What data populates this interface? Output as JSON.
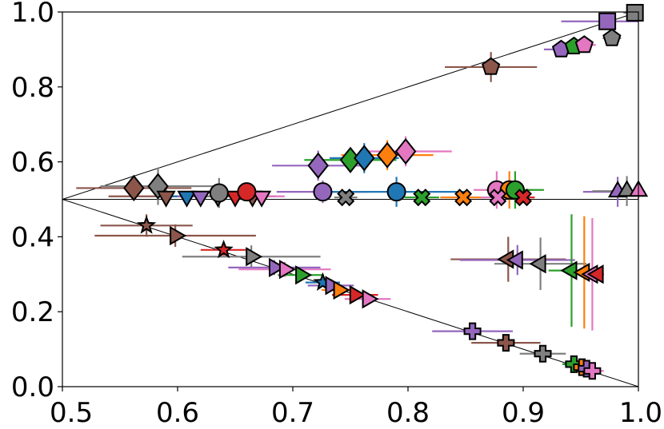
{
  "colors": {
    "blue": "#1f77b4",
    "orange": "#ff7f0e",
    "green": "#2ca02c",
    "red": "#d62728",
    "purple": "#9467bd",
    "brown": "#8c564b",
    "pink": "#e377c2",
    "gray": "#7f7f7f"
  },
  "chart_data": {
    "type": "scatter",
    "title": "",
    "xlabel": "",
    "ylabel": "",
    "xlim": [
      0.5,
      1.0
    ],
    "ylim": [
      0.0,
      1.0
    ],
    "xticks": [
      0.5,
      0.6,
      0.7,
      0.8,
      0.9,
      1.0
    ],
    "xtick_labels": [
      "0.5",
      "0.6",
      "0.7",
      "0.8",
      "0.9",
      "1.0"
    ],
    "yticks": [
      0.0,
      0.2,
      0.4,
      0.6,
      0.8,
      1.0
    ],
    "ytick_labels": [
      "0.0",
      "0.2",
      "0.4",
      "0.6",
      "0.8",
      "1.0"
    ],
    "grid": false,
    "reference_lines": [
      {
        "x": [
          0.5,
          1.0
        ],
        "y": [
          0.5,
          1.0
        ]
      },
      {
        "x": [
          0.5,
          1.0
        ],
        "y": [
          0.5,
          0.5
        ]
      },
      {
        "x": [
          0.5,
          1.0
        ],
        "y": [
          0.5,
          0.0
        ]
      }
    ],
    "points": [
      {
        "marker": "square",
        "color": "purple",
        "x": 0.973,
        "y": 0.975,
        "xerr": 0.04,
        "yerr": 0.015
      },
      {
        "marker": "square",
        "color": "gray",
        "x": 0.997,
        "y": 0.998,
        "xerr": 0.01,
        "yerr": 0.01
      },
      {
        "marker": "pentagon",
        "color": "gray",
        "x": 0.977,
        "y": 0.93,
        "xerr": 0.008,
        "yerr": 0.02
      },
      {
        "marker": "pentagon",
        "color": "purple",
        "x": 0.933,
        "y": 0.9,
        "xerr": 0.015,
        "yerr": 0.015
      },
      {
        "marker": "pentagon",
        "color": "green",
        "x": 0.944,
        "y": 0.908,
        "xerr": 0.01,
        "yerr": 0.01
      },
      {
        "marker": "pentagon",
        "color": "pink",
        "x": 0.953,
        "y": 0.912,
        "xerr": 0.01,
        "yerr": 0.01
      },
      {
        "marker": "pentagon",
        "color": "brown",
        "x": 0.872,
        "y": 0.853,
        "xerr": 0.04,
        "yerr": 0.04
      },
      {
        "marker": "diamond",
        "color": "brown",
        "x": 0.562,
        "y": 0.53,
        "xerr": 0.05,
        "yerr": 0.03
      },
      {
        "marker": "diamond",
        "color": "gray",
        "x": 0.583,
        "y": 0.535,
        "xerr": 0.05,
        "yerr": 0.05
      },
      {
        "marker": "diamond",
        "color": "purple",
        "x": 0.722,
        "y": 0.59,
        "xerr": 0.04,
        "yerr": 0.04
      },
      {
        "marker": "diamond",
        "color": "green",
        "x": 0.75,
        "y": 0.605,
        "xerr": 0.04,
        "yerr": 0.03
      },
      {
        "marker": "diamond",
        "color": "blue",
        "x": 0.762,
        "y": 0.61,
        "xerr": 0.03,
        "yerr": 0.04
      },
      {
        "marker": "diamond",
        "color": "orange",
        "x": 0.782,
        "y": 0.618,
        "xerr": 0.04,
        "yerr": 0.04
      },
      {
        "marker": "diamond",
        "color": "pink",
        "x": 0.798,
        "y": 0.628,
        "xerr": 0.04,
        "yerr": 0.04
      },
      {
        "marker": "triangle-down",
        "color": "brown",
        "x": 0.59,
        "y": 0.508,
        "xerr": 0.05,
        "yerr": 0.02
      },
      {
        "marker": "triangle-down",
        "color": "blue",
        "x": 0.608,
        "y": 0.508,
        "xerr": 0.02,
        "yerr": 0.01
      },
      {
        "marker": "triangle-down",
        "color": "purple",
        "x": 0.62,
        "y": 0.508,
        "xerr": 0.02,
        "yerr": 0.01
      },
      {
        "marker": "triangle-down",
        "color": "gray",
        "x": 0.635,
        "y": 0.508,
        "xerr": 0.02,
        "yerr": 0.01
      },
      {
        "marker": "triangle-down",
        "color": "red",
        "x": 0.65,
        "y": 0.508,
        "xerr": 0.02,
        "yerr": 0.01
      },
      {
        "marker": "triangle-down",
        "color": "brown",
        "x": 0.665,
        "y": 0.508,
        "xerr": 0.02,
        "yerr": 0.015
      },
      {
        "marker": "triangle-down",
        "color": "pink",
        "x": 0.673,
        "y": 0.508,
        "xerr": 0.02,
        "yerr": 0.015
      },
      {
        "marker": "circle",
        "color": "gray",
        "x": 0.636,
        "y": 0.517,
        "xerr": 0.03,
        "yerr": 0.04
      },
      {
        "marker": "circle",
        "color": "red",
        "x": 0.66,
        "y": 0.52,
        "xerr": 0.02,
        "yerr": 0.02
      },
      {
        "marker": "circle",
        "color": "purple",
        "x": 0.726,
        "y": 0.52,
        "xerr": 0.04,
        "yerr": 0.03
      },
      {
        "marker": "x",
        "color": "gray",
        "x": 0.746,
        "y": 0.505,
        "xerr": 0.01,
        "yerr": 0.01
      },
      {
        "marker": "circle",
        "color": "blue",
        "x": 0.79,
        "y": 0.52,
        "xerr": 0.06,
        "yerr": 0.04
      },
      {
        "marker": "x",
        "color": "green",
        "x": 0.812,
        "y": 0.505,
        "xerr": 0.015,
        "yerr": 0.01
      },
      {
        "marker": "x",
        "color": "orange",
        "x": 0.848,
        "y": 0.505,
        "xerr": 0.02,
        "yerr": 0.01
      },
      {
        "marker": "circle",
        "color": "pink",
        "x": 0.877,
        "y": 0.525,
        "xerr": 0.02,
        "yerr": 0.05
      },
      {
        "marker": "circle",
        "color": "orange",
        "x": 0.888,
        "y": 0.525,
        "xerr": 0.02,
        "yerr": 0.05
      },
      {
        "marker": "circle",
        "color": "green",
        "x": 0.893,
        "y": 0.525,
        "xerr": 0.025,
        "yerr": 0.05
      },
      {
        "marker": "x",
        "color": "pink",
        "x": 0.878,
        "y": 0.505,
        "xerr": 0.015,
        "yerr": 0.015
      },
      {
        "marker": "x",
        "color": "red",
        "x": 0.9,
        "y": 0.505,
        "xerr": 0.01,
        "yerr": 0.015
      },
      {
        "marker": "triangle-up",
        "color": "purple",
        "x": 0.982,
        "y": 0.52,
        "xerr": 0.03,
        "yerr": 0.04
      },
      {
        "marker": "triangle-up",
        "color": "gray",
        "x": 0.99,
        "y": 0.522,
        "xerr": 0.03,
        "yerr": 0.04
      },
      {
        "marker": "triangle-up",
        "color": "pink",
        "x": 1.0,
        "y": 0.522,
        "xerr": 0.01,
        "yerr": 0.02
      },
      {
        "marker": "star",
        "color": "brown",
        "x": 0.573,
        "y": 0.43,
        "xerr": 0.04,
        "yerr": 0.03
      },
      {
        "marker": "triangle-right",
        "color": "brown",
        "x": 0.598,
        "y": 0.403,
        "xerr": 0.07,
        "yerr": 0.03
      },
      {
        "marker": "star",
        "color": "red",
        "x": 0.64,
        "y": 0.365,
        "xerr": 0.02,
        "yerr": 0.015
      },
      {
        "marker": "triangle-right",
        "color": "gray",
        "x": 0.664,
        "y": 0.347,
        "xerr": 0.06,
        "yerr": 0.03
      },
      {
        "marker": "triangle-right",
        "color": "purple",
        "x": 0.684,
        "y": 0.318,
        "xerr": 0.04,
        "yerr": 0.02
      },
      {
        "marker": "triangle-right",
        "color": "pink",
        "x": 0.693,
        "y": 0.313,
        "xerr": 0.04,
        "yerr": 0.02
      },
      {
        "marker": "triangle-right",
        "color": "green",
        "x": 0.707,
        "y": 0.298,
        "xerr": 0.02,
        "yerr": 0.01
      },
      {
        "marker": "star",
        "color": "blue",
        "x": 0.726,
        "y": 0.278,
        "xerr": 0.015,
        "yerr": 0.01
      },
      {
        "marker": "triangle-right",
        "color": "purple",
        "x": 0.733,
        "y": 0.27,
        "xerr": 0.02,
        "yerr": 0.01
      },
      {
        "marker": "triangle-right",
        "color": "orange",
        "x": 0.74,
        "y": 0.258,
        "xerr": 0.015,
        "yerr": 0.01
      },
      {
        "marker": "triangle-right",
        "color": "red",
        "x": 0.754,
        "y": 0.245,
        "xerr": 0.02,
        "yerr": 0.01
      },
      {
        "marker": "triangle-right",
        "color": "pink",
        "x": 0.765,
        "y": 0.234,
        "xerr": 0.02,
        "yerr": 0.01
      },
      {
        "marker": "triangle-left",
        "color": "brown",
        "x": 0.887,
        "y": 0.34,
        "xerr": 0.05,
        "yerr": 0.06
      },
      {
        "marker": "triangle-left",
        "color": "purple",
        "x": 0.895,
        "y": 0.338,
        "xerr": 0.05,
        "yerr": 0.04
      },
      {
        "marker": "triangle-left",
        "color": "gray",
        "x": 0.915,
        "y": 0.328,
        "xerr": 0.04,
        "yerr": 0.07
      },
      {
        "marker": "triangle-left",
        "color": "green",
        "x": 0.942,
        "y": 0.31,
        "xerr": 0.02,
        "yerr": 0.15
      },
      {
        "marker": "triangle-left",
        "color": "orange",
        "x": 0.953,
        "y": 0.305,
        "xerr": 0.01,
        "yerr": 0.15
      },
      {
        "marker": "triangle-left",
        "color": "pink",
        "x": 0.96,
        "y": 0.3,
        "xerr": 0.01,
        "yerr": 0.15
      },
      {
        "marker": "triangle-left",
        "color": "red",
        "x": 0.965,
        "y": 0.3,
        "xerr": 0.005,
        "yerr": 0.01
      },
      {
        "marker": "plus",
        "color": "purple",
        "x": 0.856,
        "y": 0.148,
        "xerr": 0.035,
        "yerr": 0.02
      },
      {
        "marker": "plus",
        "color": "brown",
        "x": 0.885,
        "y": 0.117,
        "xerr": 0.03,
        "yerr": 0.02
      },
      {
        "marker": "plus",
        "color": "gray",
        "x": 0.917,
        "y": 0.088,
        "xerr": 0.02,
        "yerr": 0.015
      },
      {
        "marker": "plus",
        "color": "green",
        "x": 0.944,
        "y": 0.06,
        "xerr": 0.01,
        "yerr": 0.01
      },
      {
        "marker": "plus",
        "color": "orange",
        "x": 0.951,
        "y": 0.052,
        "xerr": 0.01,
        "yerr": 0.01
      },
      {
        "marker": "plus",
        "color": "purple",
        "x": 0.955,
        "y": 0.048,
        "xerr": 0.01,
        "yerr": 0.01
      },
      {
        "marker": "plus",
        "color": "pink",
        "x": 0.96,
        "y": 0.042,
        "xerr": 0.01,
        "yerr": 0.01
      }
    ]
  }
}
